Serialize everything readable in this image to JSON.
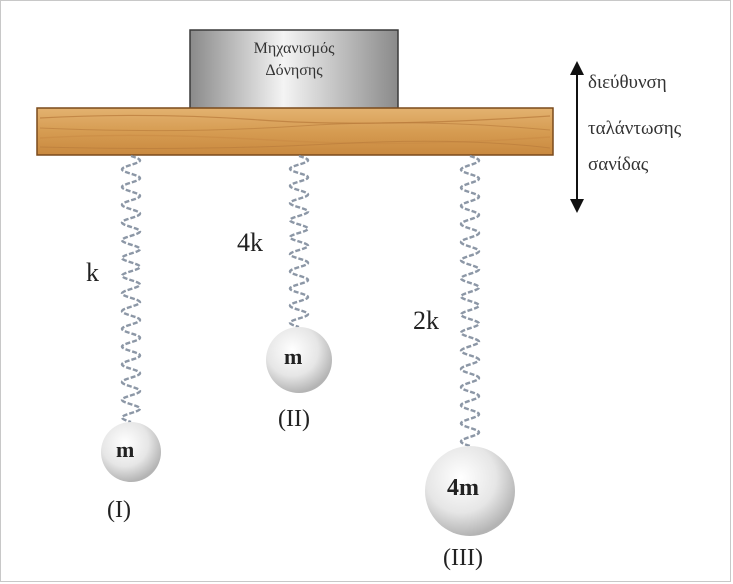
{
  "mechanism": {
    "line1": "Μηχανισμός",
    "line2": "Δόνησης"
  },
  "direction": {
    "line1": "διεύθυνση",
    "line2": "ταλάντωσης",
    "line3": "σανίδας"
  },
  "springs": [
    {
      "constant": "k",
      "mass": "m",
      "index": "(I)"
    },
    {
      "constant": "4k",
      "mass": "m",
      "index": "(II)"
    },
    {
      "constant": "2k",
      "mass": "4m",
      "index": "(III)"
    }
  ],
  "colors": {
    "board": "#d9a25a",
    "board_grain": "#b8793a",
    "spring": "#8c97a6",
    "mass": "#dcdcdc"
  }
}
